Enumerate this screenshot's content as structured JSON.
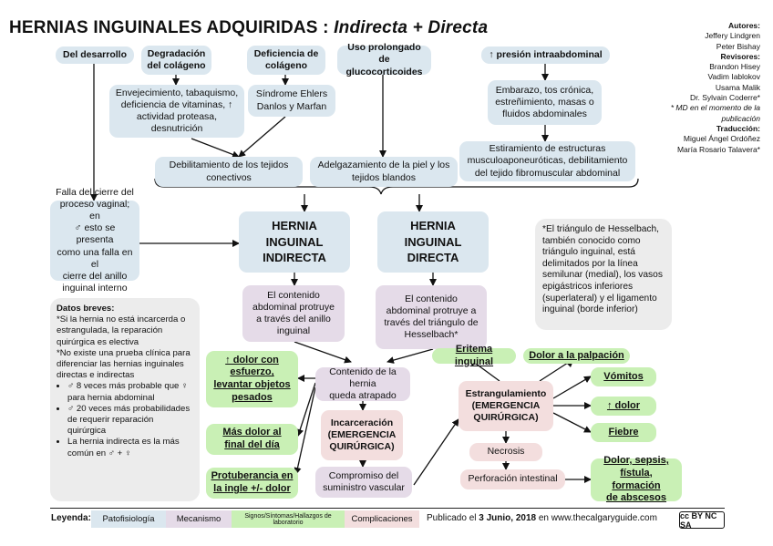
{
  "title": {
    "main": "HERNIAS INGUINALES ADQUIRIDAS : ",
    "sub": "Indirecta + Directa"
  },
  "credits": {
    "authors_h": "Autores:",
    "author1": "Jeffery Lindgren",
    "author2": "Peter Bishay",
    "reviewers_h": "Revisores:",
    "rev1": "Brandon Hisey",
    "rev2": "Vadim Iablokov",
    "rev3": "Usama Malik",
    "rev4": "Dr. Sylvain Coderre*",
    "rev_note": "* MD en el momento de la publicación",
    "translation_h": "Traducción:",
    "tr1": "Miguel Ángel Ordóñez",
    "tr2": "María Rosario Talavera*"
  },
  "causes": {
    "development": "Del desarrollo",
    "collagen": "Degradación\ndel colágeno",
    "collagen_deficiency": "Deficiencia de\ncolágeno",
    "corticoids": "Uso prolongado de\nglucocorticoides",
    "pressure": "↑ presión intraabdominal",
    "aging": "Envejecimiento, tabaquismo,\ndeficiencia de vitaminas, ↑\nactividad proteasa,\ndesnutrición",
    "ehlers": "Síndrome Ehlers\nDanlos y Marfan",
    "pregnancy": "Embarazo, tos crónica,\nestreñimiento, masas o\nfluidos abdominales",
    "weakening": "Debilitamiento de los tejidos\nconectivos",
    "thinning": "Adelgazamiento de la piel y los\ntejidos blandos",
    "stretching": "Estiramiento de estructuras\nmusculoaponeuróticas, debilitamiento\ndel tejido fibromuscular abdominal",
    "closure_failure": "Falla del cierre del\nproceso vaginal; en\n♂ esto se presenta\ncomo una falla en el\ncierre del anillo\ninguinal interno"
  },
  "hernias": {
    "indirect": "HERNIA\nINGUINAL\nINDIRECTA",
    "direct": "HERNIA\nINGUINAL\nDIRECTA",
    "indirect_mech": "El contenido\nabdominal protruye\na través del anillo\ninguinal",
    "direct_mech": "El contenido\nabdominal protruye a\ntravés del triángulo de\nHesselbach*",
    "hesselbach_note": "*El triángulo de Hesselbach,\ntambién conocido como\ntriángulo inguinal, está\ndelimitados por la línea\nsemilunar (medial), los vasos\nepigástricos inferiores\n(superlateral) y el ligamento\ninguinal (borde inferior)"
  },
  "facts": {
    "heading": "Datos breves:",
    "p1": "*Si la hernia no está incarcerda o estrangulada, la reparación quirúrgica es electiva",
    "p2": "*No existe una prueba clínica para diferenciar las hernias inguinales directas e indirectas",
    "b1": "♂ 8 veces más probable que ♀ para hernia abdominal",
    "b2": "♂ 20 veces más probabilidades de requerir reparación quirúrgica",
    "b3": "La hernia indirecta es la más común en ♂ + ♀"
  },
  "signs": {
    "pain_effort": "↑ dolor con\nesfuerzo,\nlevantar objetos\npesados",
    "pain_day": "Más dolor al\nfinal del día",
    "bulge": "Protuberancia en\nla ingle +/- dolor",
    "erythema": "Eritema inguinal",
    "palpation": "Dolor a la palpación",
    "vomiting": "Vómitos",
    "pain_up": "↑ dolor",
    "fever": "Fiebre",
    "sepsis": "Dolor, sepsis,\nfístula, formación\nde abscesos"
  },
  "flow": {
    "trapped": "Contenido de la hernia\nqueda atrapado",
    "incarceration": "Incarceración\n(EMERGENCIA\nQUIRÚRGICA)",
    "vascular": "Compromiso del\nsuministro vascular",
    "strangulation": "Estrangulamiento\n(EMERGENCIA\nQUIRÚRGICA)",
    "necrosis": "Necrosis",
    "perforation": "Perforación intestinal"
  },
  "legend": {
    "label": "Leyenda:",
    "patho": "Patofisiología",
    "mech": "Mecanismo",
    "signs": "Signos/Síntomas/Hallazgos de laboratorio",
    "compl": "Complicaciones",
    "pub_prefix": "Publicado el ",
    "pub_date": "3 Junio, 2018",
    "pub_suffix": " en www.thecalgaryguide.com",
    "cc": "cc BY NC SA"
  },
  "colors": {
    "patho": "#dbe7ef",
    "mech": "#e5dbe8",
    "signs": "#c9f0b5",
    "compl": "#f3dede",
    "note": "#ececec"
  }
}
